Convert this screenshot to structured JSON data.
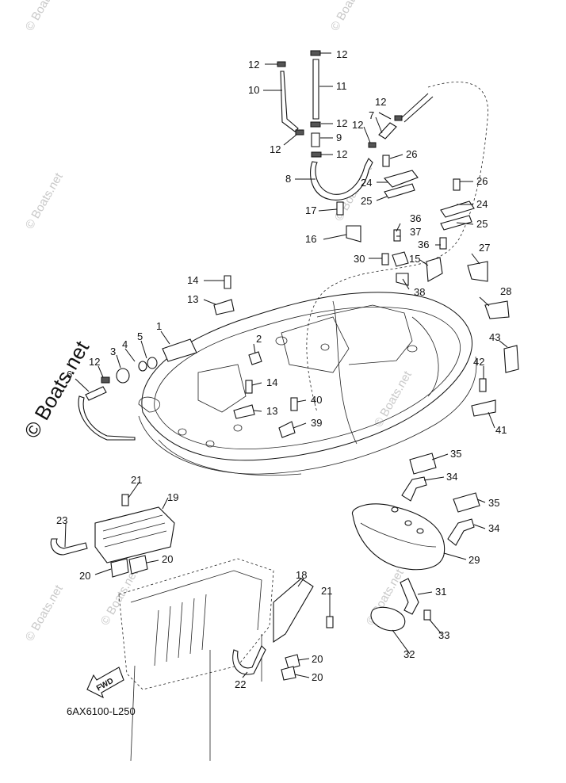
{
  "diagram": {
    "code": "6AX6100-L250",
    "fwd_label": "FWD",
    "watermarks": [
      "© Boats.net",
      "© Boats.net",
      "© Boats.net",
      "© Boats.net",
      "© Boats.net",
      "© Boats.net",
      "© Boats.net",
      "© Boats.net"
    ],
    "big_watermark": "© Boats.net",
    "callouts": [
      "12",
      "12",
      "10",
      "11",
      "12",
      "12",
      "12",
      "9",
      "7",
      "12",
      "12",
      "12",
      "8",
      "26",
      "24",
      "25",
      "26",
      "24",
      "25",
      "17",
      "16",
      "36",
      "37",
      "36",
      "27",
      "30",
      "15",
      "38",
      "14",
      "13",
      "28",
      "1",
      "2",
      "5",
      "4",
      "3",
      "12",
      "6",
      "43",
      "42",
      "14",
      "13",
      "40",
      "39",
      "41",
      "35",
      "34",
      "21",
      "19",
      "35",
      "23",
      "34",
      "20",
      "29",
      "20",
      "18",
      "21",
      "31",
      "33",
      "22",
      "32",
      "20",
      "20"
    ]
  }
}
